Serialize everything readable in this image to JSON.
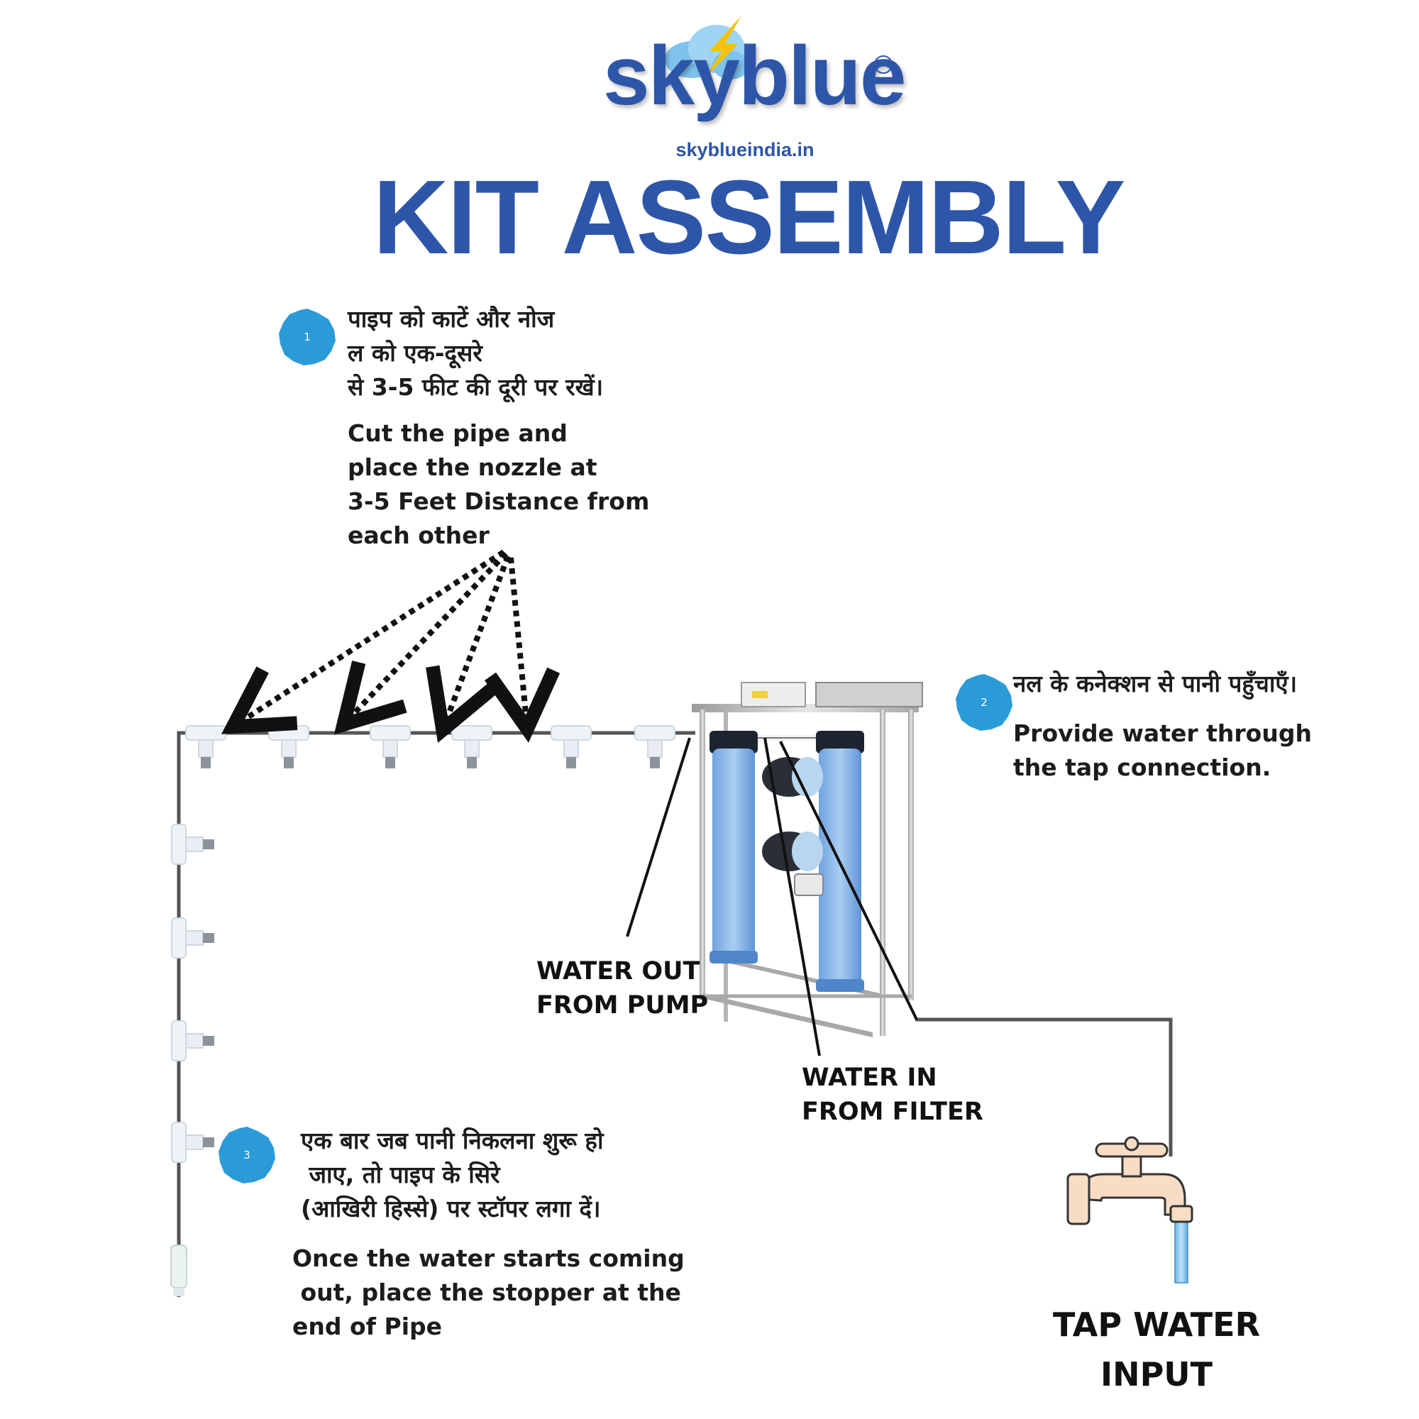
{
  "brand": {
    "logo_text": "skyblue",
    "trademark": "TM",
    "website": "skyblueindia.in",
    "primary_color": "#2e56a8",
    "accent_color": "#2b9bd8"
  },
  "title": "KIT ASSEMBLY",
  "steps": [
    {
      "number": "1",
      "hindi_lines": [
        "पाइप को काटें और नोज",
        "ल को एक-दूसरे",
        "से 3-5 फीट की दूरी पर रखें।"
      ],
      "english_lines": [
        "Cut the pipe and",
        "place the nozzle at",
        "3-5 Feet Distance from",
        "each other"
      ]
    },
    {
      "number": "2",
      "hindi_lines": [
        "नल के कनेक्शन से पानी पहुँचाएँ।"
      ],
      "english_lines": [
        "Provide water through",
        "the tap connection."
      ]
    },
    {
      "number": "3",
      "hindi_lines": [
        "एक बार जब पानी निकलना शुरू हो",
        " जाए, तो पाइप के सिरे",
        "(आखिरी हिस्से) पर स्टॉपर लगा दें।"
      ],
      "english_lines": [
        "Once the water starts coming",
        " out, place the stopper at the",
        "end of Pipe"
      ]
    }
  ],
  "labels": {
    "water_out": [
      "WATER OUT",
      "FROM PUMP"
    ],
    "water_in": [
      "WATER IN",
      "FROM FILTER"
    ],
    "tap_input": [
      "TAP WATER",
      "INPUT"
    ]
  },
  "icons": [
    "cloud-lightning-icon",
    "tap-faucet-icon",
    "nozzle-fitting-icon",
    "filter-unit-icon",
    "badge-star-icon"
  ]
}
